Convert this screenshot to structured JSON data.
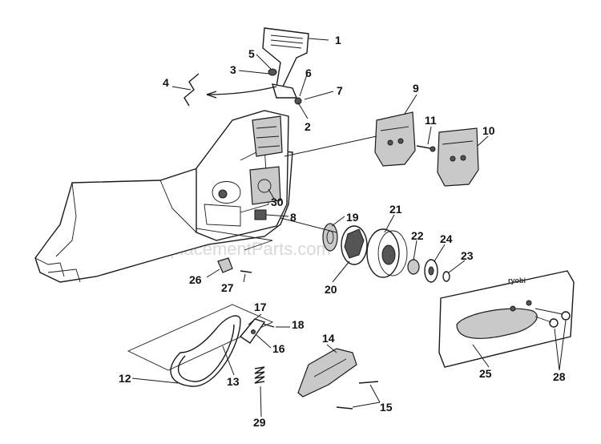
{
  "watermark": "eReplacementParts.com",
  "callouts": [
    {
      "id": "1",
      "label": "1"
    },
    {
      "id": "2",
      "label": "2"
    },
    {
      "id": "3",
      "label": "3"
    },
    {
      "id": "4",
      "label": "4"
    },
    {
      "id": "5",
      "label": "5"
    },
    {
      "id": "6",
      "label": "6"
    },
    {
      "id": "7",
      "label": "7"
    },
    {
      "id": "8",
      "label": "8"
    },
    {
      "id": "9",
      "label": "9"
    },
    {
      "id": "10",
      "label": "10"
    },
    {
      "id": "11",
      "label": "11"
    },
    {
      "id": "12",
      "label": "12"
    },
    {
      "id": "13",
      "label": "13"
    },
    {
      "id": "14",
      "label": "14"
    },
    {
      "id": "15",
      "label": "15"
    },
    {
      "id": "16",
      "label": "16"
    },
    {
      "id": "17",
      "label": "17"
    },
    {
      "id": "18",
      "label": "18"
    },
    {
      "id": "19",
      "label": "19"
    },
    {
      "id": "20",
      "label": "20"
    },
    {
      "id": "21",
      "label": "21"
    },
    {
      "id": "22",
      "label": "22"
    },
    {
      "id": "23",
      "label": "23"
    },
    {
      "id": "24",
      "label": "24"
    },
    {
      "id": "25",
      "label": "25"
    },
    {
      "id": "26",
      "label": "26"
    },
    {
      "id": "27",
      "label": "27"
    },
    {
      "id": "28",
      "label": "28"
    },
    {
      "id": "29",
      "label": "29"
    },
    {
      "id": "30",
      "label": "30"
    }
  ],
  "sprocket_cover_logo": "ryobi"
}
